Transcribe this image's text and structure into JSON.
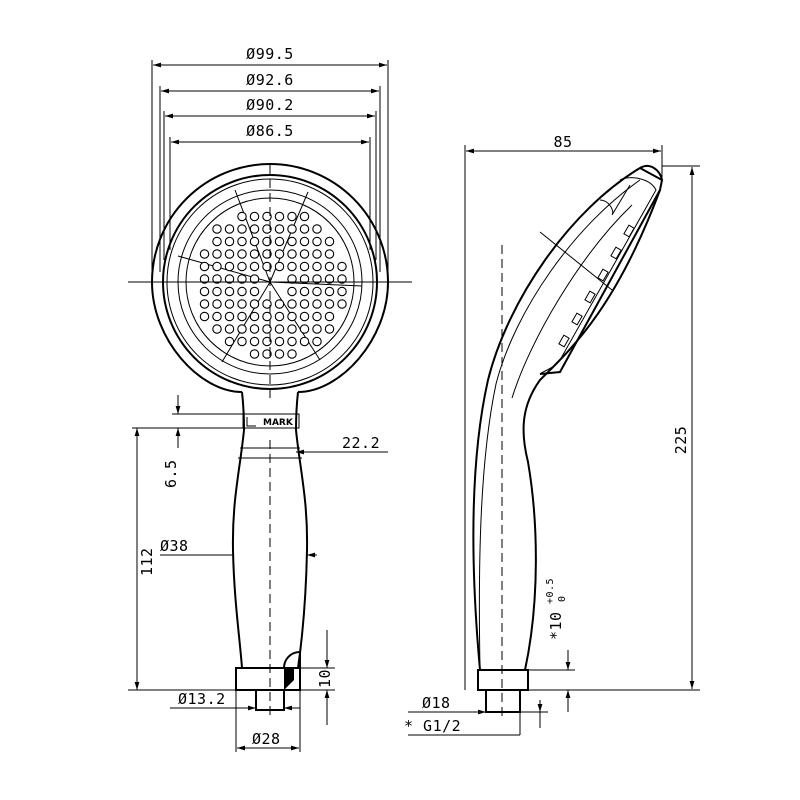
{
  "front_view": {
    "dims": {
      "d_outer": "Ø99.5",
      "d_face": "Ø92.6",
      "d_ring": "Ø90.2",
      "d_plate": "Ø86.5",
      "neck": "22.2",
      "neck_offset": "6.5",
      "handle_length": "112",
      "handle_dia": "Ø38",
      "connector_height": "10",
      "connector_dia": "Ø13.2",
      "base_dia": "Ø28"
    },
    "logo_text": "MARK"
  },
  "side_view": {
    "dims": {
      "depth": "85",
      "total_length": "225",
      "thread_length": "*10",
      "thread_tol_upper": "+0.5",
      "thread_tol_lower": "0",
      "outlet_dia": "Ø18",
      "thread_spec": "* G1/2"
    }
  }
}
